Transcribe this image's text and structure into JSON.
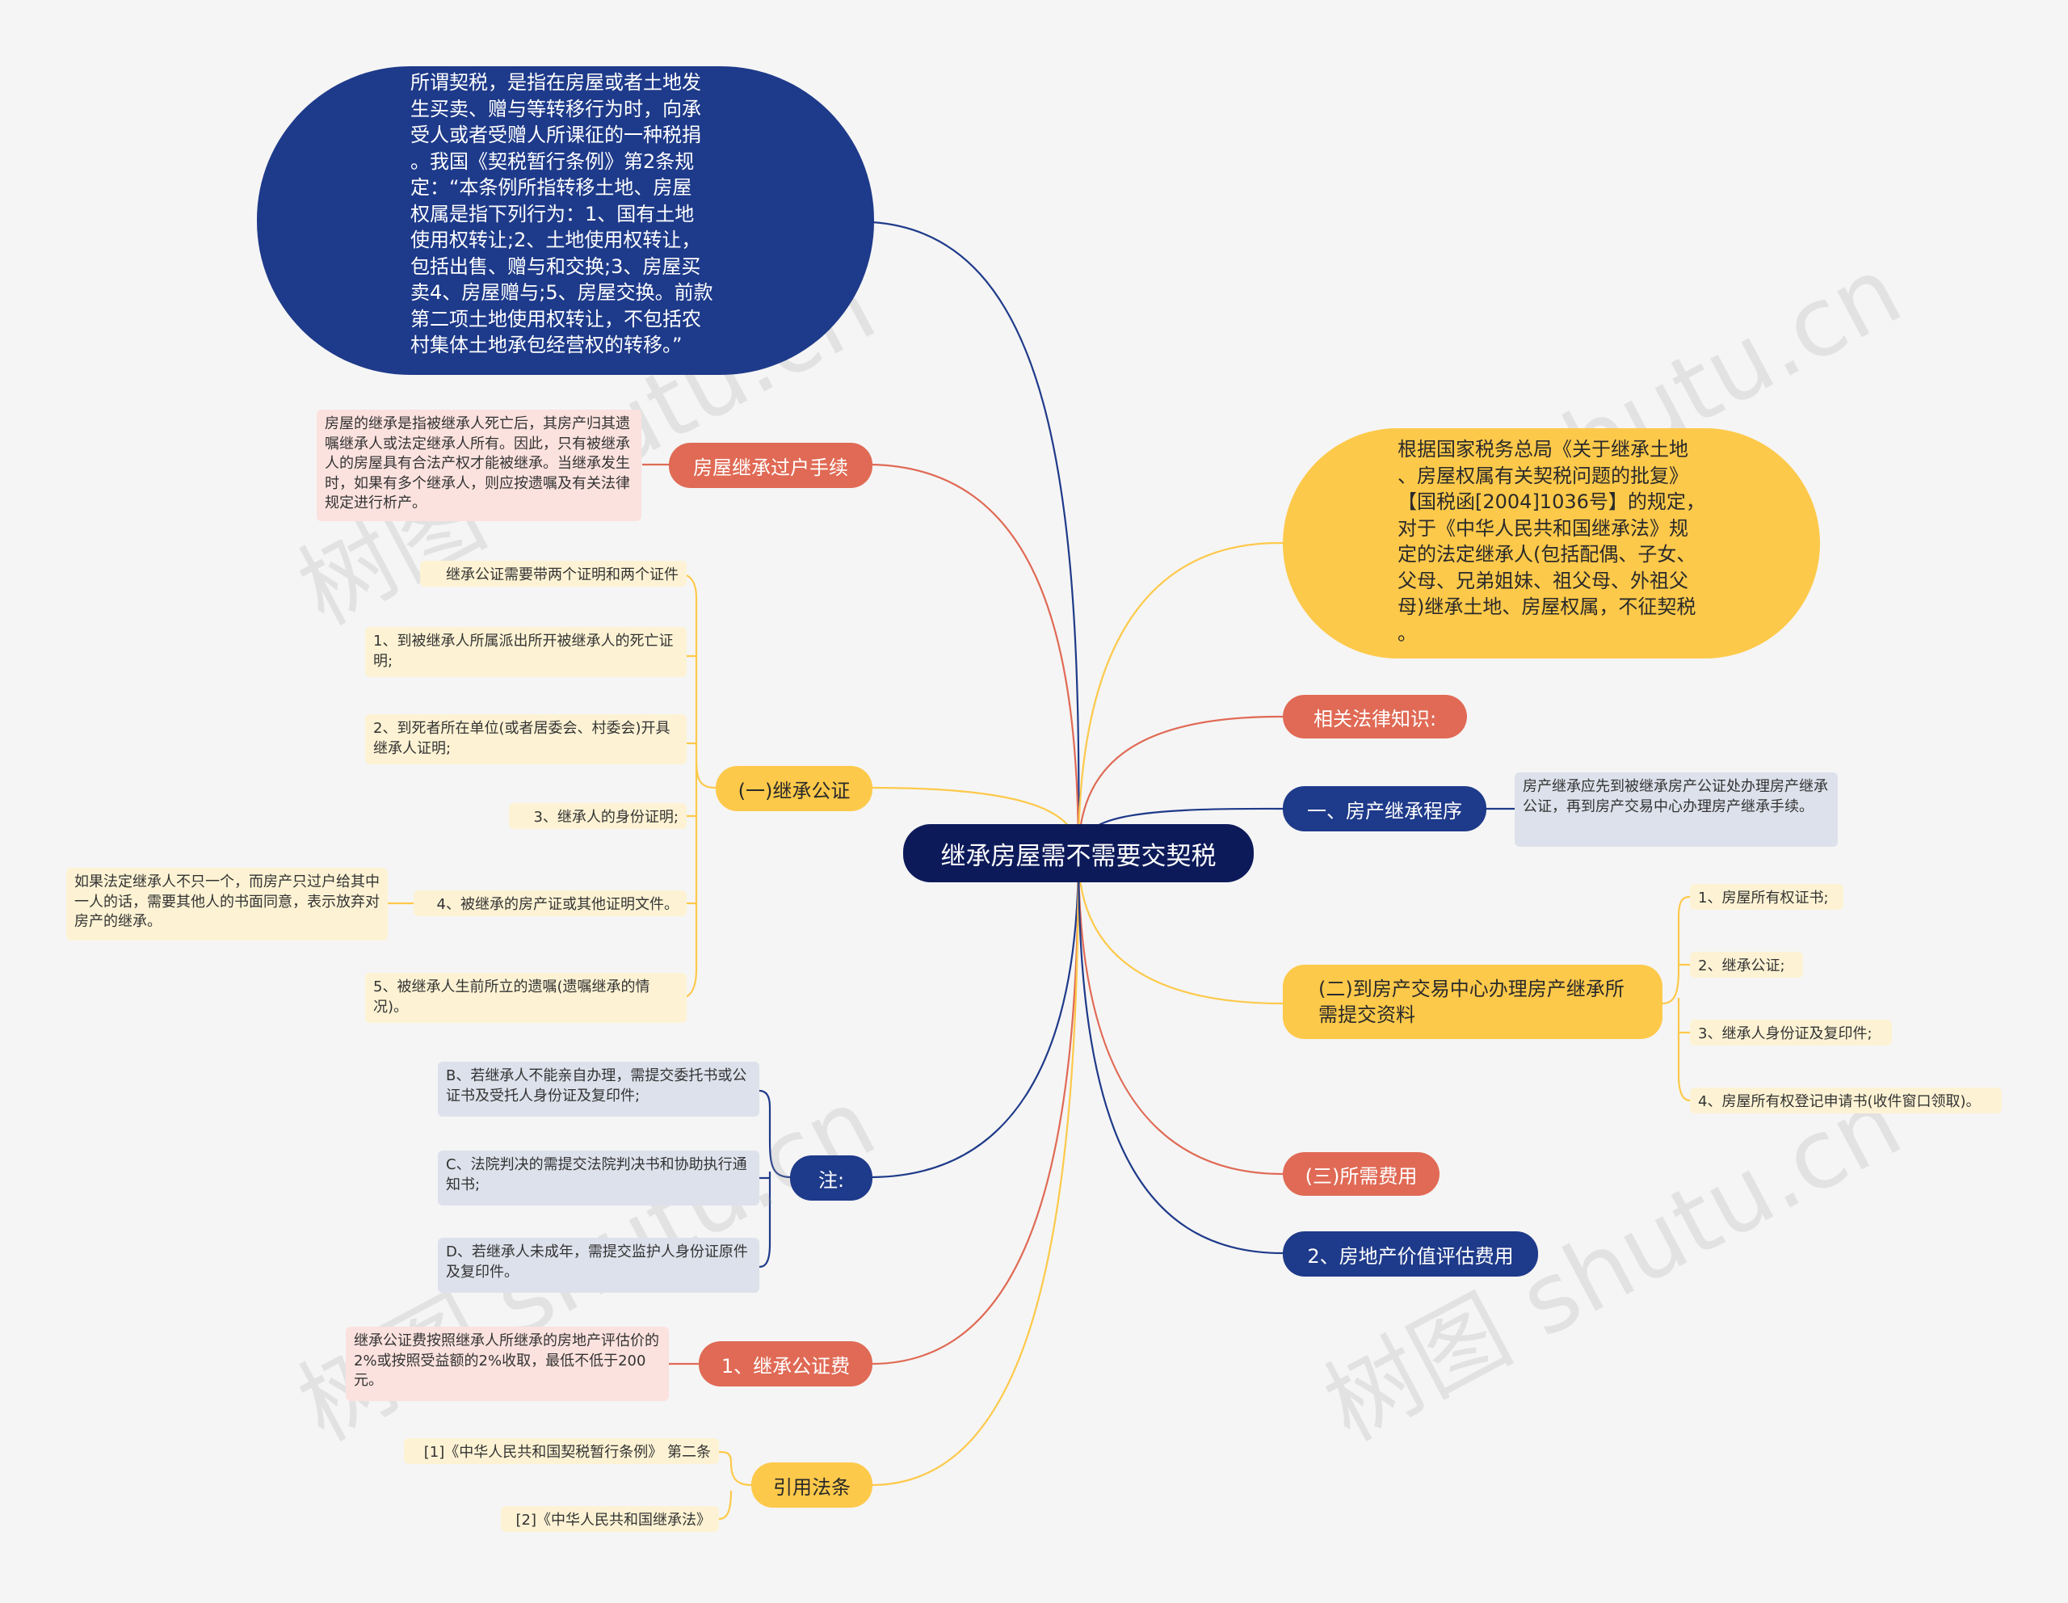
{
  "center": "继承房屋需不需要交契税",
  "deed_tax_note": [
    "所谓契税，是指在房屋或者土地发",
    "生买卖、赠与等转移行为时，向承",
    "受人或者受赠人所课征的一种税捐",
    "。我国《契税暂行条例》第2条规",
    "定：“本条例所指转移土地、房屋",
    "权属是指下列行为：1、国有土地",
    "使用权转让;2、土地使用权转让，",
    "包括出售、赠与和交换;3、房屋买",
    "卖4、房屋赠与;5、房屋交换。前款",
    "第二项土地使用权转让，不包括农",
    "村集体土地承包经营权的转移。”"
  ],
  "exemption_note": [
    "根据国家税务总局《关于继承土地",
    "、房屋权属有关契税问题的批复》",
    "【国税函[2004]1036号】的规定，",
    "对于《中华人民共和国继承法》规",
    "定的法定继承人(包括配偶、子女、",
    "父母、兄弟姐妹、祖父母、外祖父",
    "母)继承土地、房屋权属，不征契税",
    "。"
  ],
  "left": {
    "transfer": {
      "label": "房屋继承过户手续",
      "detail": "房屋的继承是指被继承人死亡后，其房产归其遗嘱继承人或法定继承人所有。因此，只有被继承人的房屋具有合法产权才能被继承。当继承发生时，如果有多个继承人，则应按遗嘱及有关法律规定进行析产。"
    },
    "notary": {
      "label": "(一)继承公证",
      "items": [
        "继承公证需要带两个证明和两个证件",
        "1、到被继承人所属派出所开被继承人的死亡证明;",
        "2、到死者所在单位(或者居委会、村委会)开具继承人证明;",
        "3、继承人的身份证明;",
        "4、被继承的房产证或其他证明文件。",
        "5、被继承人生前所立的遗嘱(遗嘱继承的情况)。"
      ],
      "item4_note": "如果法定继承人不只一个，而房产只过户给其中一人的话，需要其他人的书面同意，表示放弃对房产的继承。"
    },
    "note": {
      "label": "注:",
      "items": [
        "B、若继承人不能亲自办理，需提交委托书或公证书及受托人身份证及复印件;",
        "C、法院判决的需提交法院判决书和协助执行通知书;",
        "D、若继承人未成年，需提交监护人身份证原件及复印件。"
      ]
    },
    "fee": {
      "label": "1、继承公证费",
      "detail": "继承公证费按照继承人所继承的房地产评估价的2%或按照受益额的2%收取，最低不低于200元。"
    },
    "citations": {
      "label": "引用法条",
      "items": [
        "[1]《中华人民共和国契税暂行条例》 第二条",
        "[2]《中华人民共和国继承法》"
      ]
    }
  },
  "right": {
    "related": "相关法律知识:",
    "procedure": {
      "label": "一、房产继承程序",
      "detail": "房产继承应先到被继承房产公证处办理房产继承公证，再到房产交易中心办理房产继承手续。"
    },
    "materials": {
      "label": "(二)到房产交易中心办理房产继承所需提交资料",
      "items": [
        "1、房屋所有权证书;",
        "2、继承公证;",
        "3、继承人身份证及复印件;",
        "4、房屋所有权登记申请书(收件窗口领取)。"
      ]
    },
    "costs": "(三)所需费用",
    "appraisal": "2、房地产价值评估费用"
  },
  "watermark": "树图 shutu.cn",
  "colors": {
    "navy": "#1e3a8a",
    "red": "#e06a55",
    "yellow": "#fdc94a",
    "center": "#0d1a5a"
  }
}
